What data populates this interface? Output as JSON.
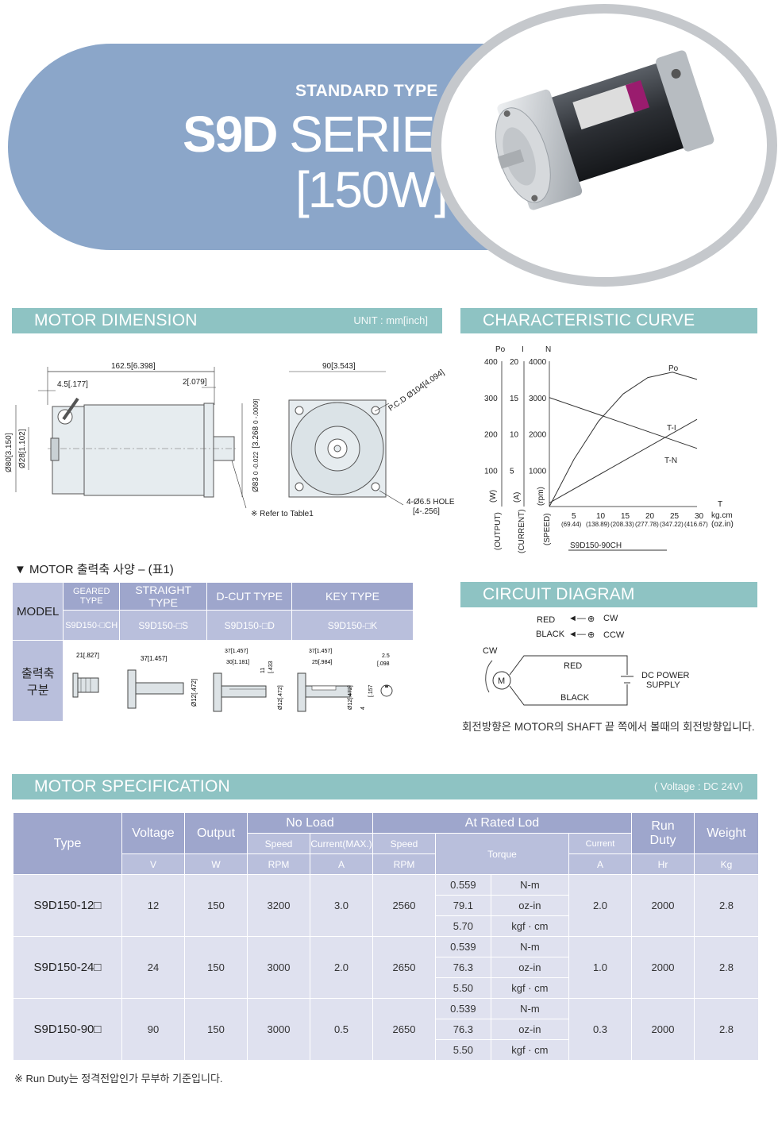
{
  "hero": {
    "subtitle": "STANDARD TYPE",
    "title_bold": "S9D",
    "title_rest": " SERIES",
    "watt": "[150W]"
  },
  "colors": {
    "hero": "#8ba6c9",
    "section": "#8ec3c3",
    "table_header": "#9ea6cc",
    "table_cell": "#dfe1ef"
  },
  "dimension": {
    "title": "MOTOR DIMENSION",
    "unit": "UNIT : mm[inch]",
    "labels": {
      "len": "162.5[6.398]",
      "l45": "4.5[.177]",
      "l2": "2[.079]",
      "d80": "Ø80[3.150]",
      "d28": "Ø28[1.102]",
      "d83": "Ø83",
      "d83tol": "0 -0.022",
      "d83in": "[3.268",
      "d83intol": "0 -.0009]",
      "refer": "※ Refer to Table1",
      "w90": "90[3.543]",
      "pcd": "P.C.D Ø104[4.094]",
      "hole": "4-Ø6.5 HOLE",
      "hole_in": "[4-.256]"
    }
  },
  "curve": {
    "title": "CHARACTERISTIC CURVE",
    "axis_heads": {
      "po": "Po",
      "i": "I",
      "n": "N",
      "t": "T"
    },
    "po_ticks": [
      "400",
      "300",
      "200",
      "100"
    ],
    "i_ticks": [
      "20",
      "15",
      "10",
      "5"
    ],
    "n_ticks": [
      "4000",
      "3000",
      "2000",
      "1000"
    ],
    "x_ticks": [
      "5",
      "10",
      "15",
      "20",
      "25",
      "30"
    ],
    "x_sub": [
      "(69.44)",
      "(138.89)",
      "(208.33)",
      "(277.78)",
      "(347.22)",
      "(416.67)"
    ],
    "x_unit": "kg.cm",
    "x_unit2": "(oz.in)",
    "units": {
      "w": "(W)",
      "a": "(A)",
      "rpm": "(rpm)"
    },
    "vert_labels": {
      "output": "(OUTPUT)",
      "current": "(CURRENT)",
      "speed": "(SPEED)"
    },
    "series_labels": {
      "po": "Po",
      "ti": "T-I",
      "tn": "T-N"
    },
    "model": "S9D150-90CH"
  },
  "chart_data": {
    "type": "line",
    "xlabel": "T",
    "xlim": [
      0,
      30
    ],
    "series": [
      {
        "name": "Po",
        "axis": "Po (W)",
        "x": [
          0,
          5,
          10,
          15,
          20,
          25,
          30
        ],
        "y": [
          0,
          130,
          235,
          310,
          355,
          370,
          350
        ]
      },
      {
        "name": "T-I",
        "axis": "I (A)",
        "x": [
          0,
          30
        ],
        "y": [
          0.5,
          12
        ]
      },
      {
        "name": "T-N",
        "axis": "N (rpm)",
        "x": [
          0,
          30
        ],
        "y": [
          3000,
          1600
        ]
      }
    ]
  },
  "shaft": {
    "title": "▼ MOTOR 출력축 사양 – (표1)",
    "model_label": "MODEL",
    "row_label": "출력축\n구분",
    "types": [
      "GEARED TYPE",
      "STRAIGHT TYPE",
      "D-CUT TYPE",
      "KEY TYPE"
    ],
    "models": [
      "S9D150-□CH",
      "S9D150-□S",
      "S9D150-□D",
      "S9D150-□K"
    ],
    "dims": {
      "g21": "21[.827]",
      "s37": "37[1.457]",
      "s12": "Ø12[.472]",
      "d37": "37[1.457]",
      "d30": "30[1.181]",
      "d11": "11",
      "d433": "[.433",
      "d12": "Ø12[.472]",
      "k37": "37[1.457]",
      "k25": "25[.984]",
      "k12": "Ø12[.472]",
      "k4": "4",
      "k157": "[.157",
      "k25b": "2.5",
      "k098": "[.098"
    }
  },
  "circuit": {
    "title": "CIRCUIT DIAGRAM",
    "red": "RED",
    "black": "BLACK",
    "cw": "CW",
    "ccw": "CCW",
    "plus": "⊕",
    "arrow": "◄—",
    "cw_label": "CW",
    "m": "M",
    "dc": "DC POWER",
    "supply": "SUPPLY",
    "note": "회전방향은 MOTOR의 SHAFT 끝 쪽에서 볼때의 회전방향입니다."
  },
  "spec": {
    "title": "MOTOR SPECIFICATION",
    "voltage_note": "( Voltage : DC 24V)",
    "h": {
      "type": "Type",
      "voltage": "Voltage",
      "output": "Output",
      "noload": "No Load",
      "rated": "At Rated Lod",
      "run": "Run",
      "duty": "Duty",
      "weight": "Weight",
      "speed": "Speed",
      "current_max": "Current(MAX.)",
      "speed2": "Speed",
      "torque": "Torque",
      "current": "Current"
    },
    "u": {
      "v": "V",
      "w": "W",
      "rpm": "RPM",
      "a": "A",
      "rpm2": "RPM",
      "a2": "A",
      "hr": "Hr",
      "kg": "Kg"
    },
    "rows": [
      {
        "type": "S9D150-12□",
        "v": "12",
        "w": "150",
        "speed": "3200",
        "cur": "3.0",
        "rspeed": "2560",
        "t1": "0.559",
        "u1": "N-m",
        "t2": "79.1",
        "u2": "oz-in",
        "t3": "5.70",
        "u3": "kgf · cm",
        "rcur": "2.0",
        "duty": "2000",
        "kg": "2.8"
      },
      {
        "type": "S9D150-24□",
        "v": "24",
        "w": "150",
        "speed": "3000",
        "cur": "2.0",
        "rspeed": "2650",
        "t1": "0.539",
        "u1": "N-m",
        "t2": "76.3",
        "u2": "oz-in",
        "t3": "5.50",
        "u3": "kgf · cm",
        "rcur": "1.0",
        "duty": "2000",
        "kg": "2.8"
      },
      {
        "type": "S9D150-90□",
        "v": "90",
        "w": "150",
        "speed": "3000",
        "cur": "0.5",
        "rspeed": "2650",
        "t1": "0.539",
        "u1": "N-m",
        "t2": "76.3",
        "u2": "oz-in",
        "t3": "5.50",
        "u3": "kgf · cm",
        "rcur": "0.3",
        "duty": "2000",
        "kg": "2.8"
      }
    ],
    "footnote": "※ Run Duty는 정격전압인가 무부하 기준입니다."
  }
}
